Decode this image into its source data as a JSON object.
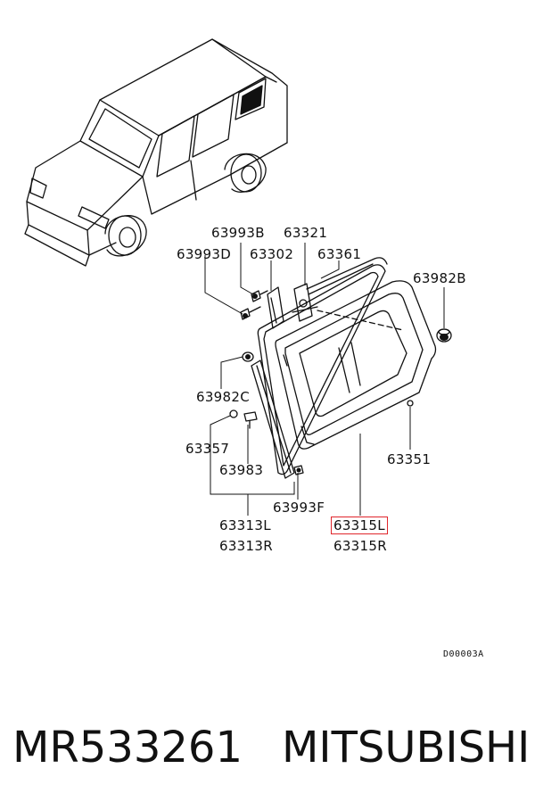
{
  "labels": {
    "l63993B": "63993B",
    "l63321": "63321",
    "l63993D": "63993D",
    "l63302": "63302",
    "l63361": "63361",
    "l63982B": "63982B",
    "l63982C": "63982C",
    "l63357": "63357",
    "l63983": "63983",
    "l63351": "63351",
    "l63993F": "63993F",
    "l63313L": "63313L",
    "l63313R": "63313R",
    "l63315L": "63315L",
    "l63315R": "63315R"
  },
  "drawing_code": "D00003A",
  "footer": {
    "part_number": "MR533261",
    "brand": "MITSUBISHI"
  },
  "colors": {
    "highlight": "#e0262c",
    "line": "#111111"
  }
}
